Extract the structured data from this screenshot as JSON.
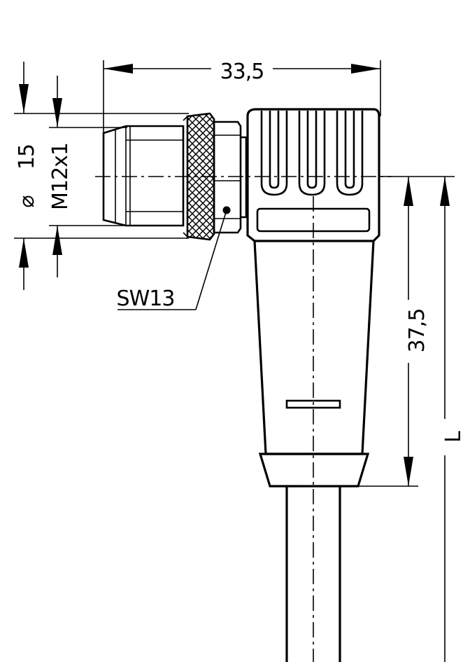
{
  "dimensions": {
    "width_label": "33,5",
    "diameter_label": "15",
    "diameter_symbol": "⌀",
    "thread_label": "M12x1",
    "height_label": "37,5",
    "length_label": "L",
    "wrench_label": "SW13"
  }
}
